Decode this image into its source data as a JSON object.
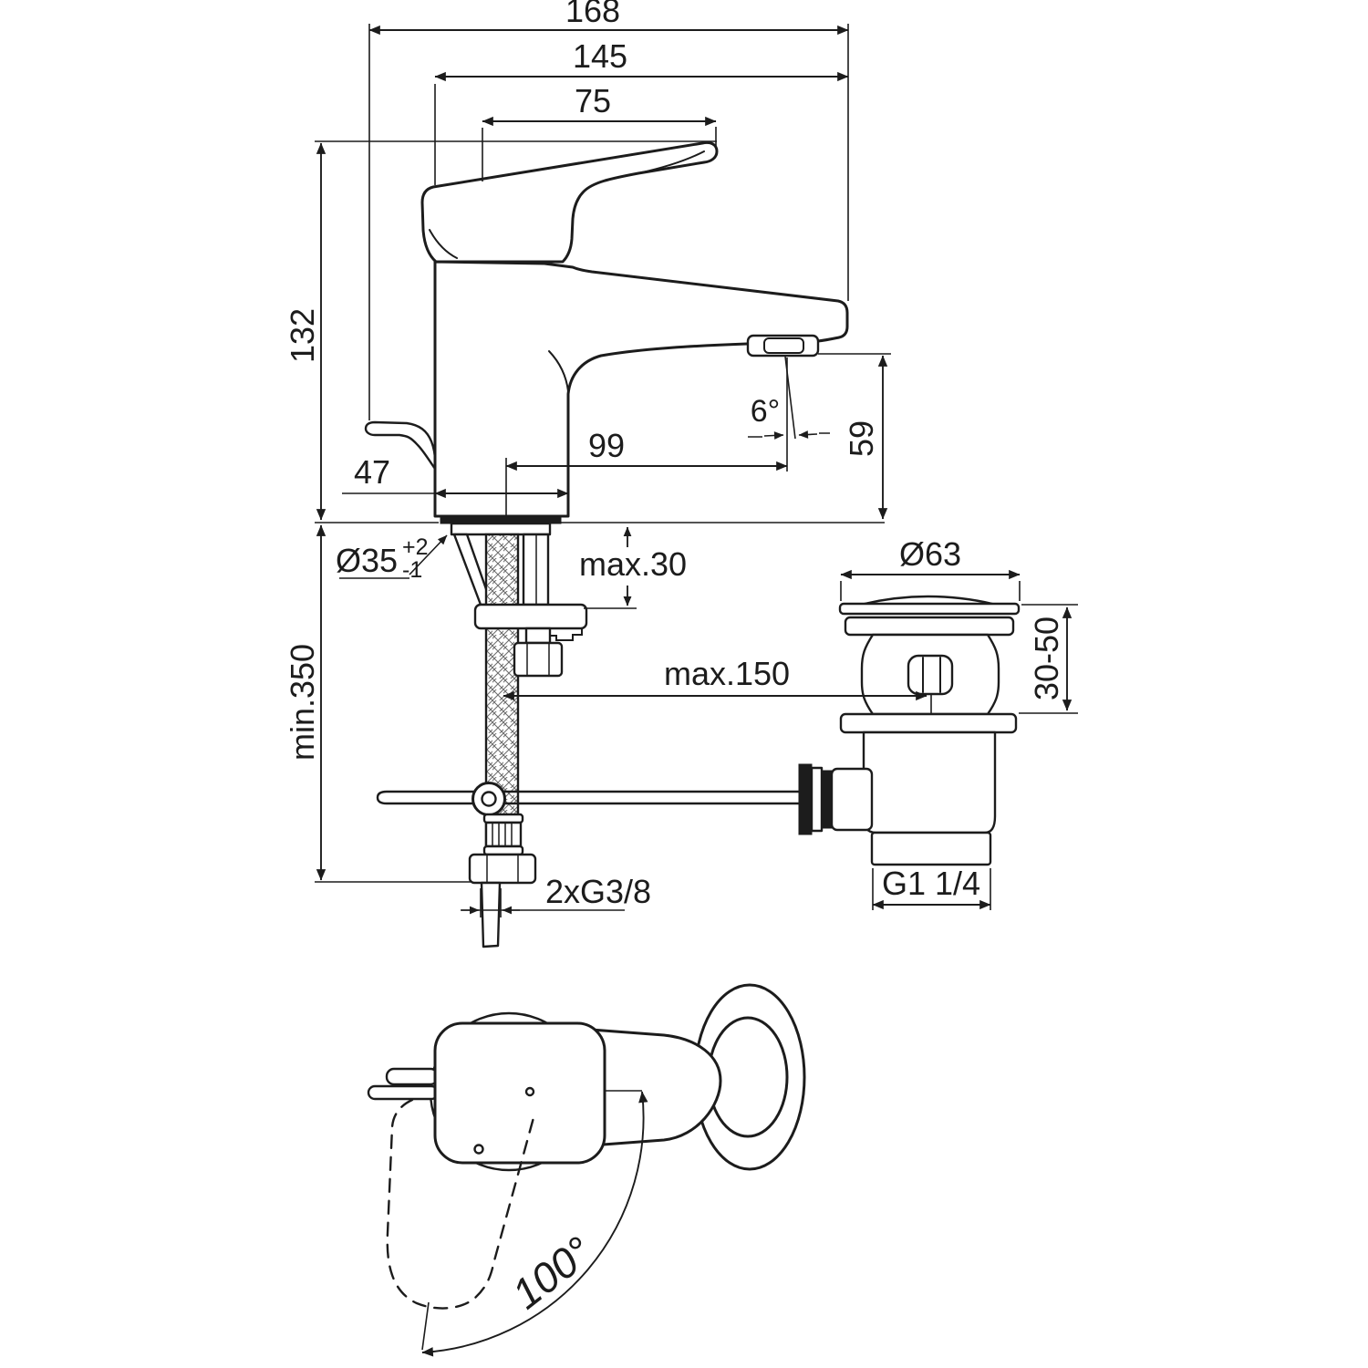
{
  "drawing": {
    "kind": "technical-dimension-drawing",
    "views": {
      "side_view": "faucet side elevation with flexible supply hoses, pop-up rod and drain valve",
      "top_view": "plan view showing handle swivel range"
    }
  },
  "dims": {
    "overall_depth": "168",
    "spout_depth": "145",
    "handle_length": "75",
    "height_above_deck": "132",
    "body_depth": "47",
    "spout_reach": "99",
    "spout_angle": "6°",
    "outlet_height": "59",
    "tap_hole_dia": "Ø35",
    "tap_hole_tol_plus": "+2",
    "tap_hole_tol_minus": "-1",
    "deck_thickness": "max.30",
    "hose_length": "min.350",
    "rod_reach": "max.150",
    "waste_cap_dia": "Ø63",
    "waste_adjust_range": "30-50",
    "supply_thread": "2xG3/8",
    "waste_thread": "G1 1/4",
    "handle_swivel": "100°"
  }
}
